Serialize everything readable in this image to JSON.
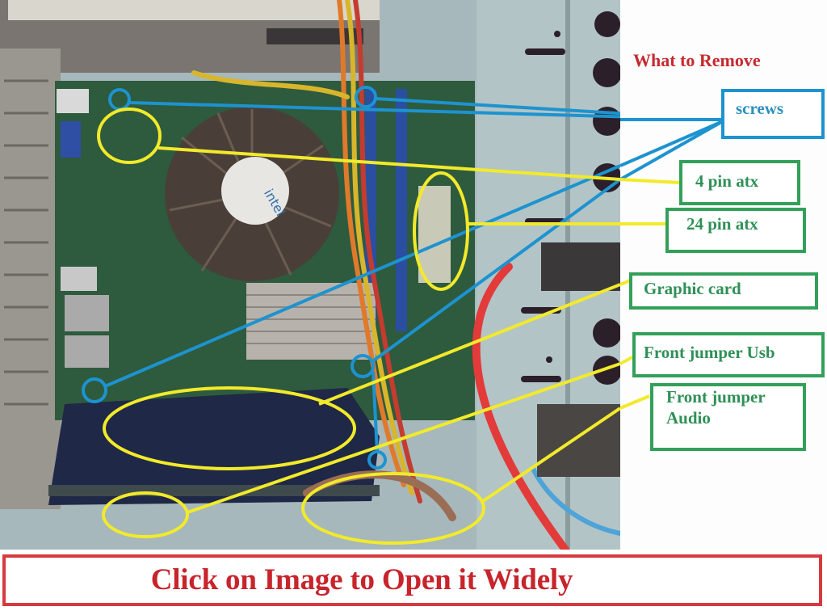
{
  "heading": "What to Remove",
  "labels": {
    "screws": "screws",
    "pin4_atx": "4 pin atx",
    "pin24_atx": "24 pin atx",
    "graphic_card": "Graphic card",
    "front_usb": "Front jumper Usb",
    "front_audio_line1": "Front jumper",
    "front_audio_line2": "Audio"
  },
  "banner": {
    "text": "Click on Image to Open it Widely"
  },
  "photo": {
    "subject": "Desktop PC motherboard interior with Intel CPU cooler",
    "cooler_brand": "intel"
  },
  "colors": {
    "heading_red": "#c62a2f",
    "screw_blue": "#1d93cf",
    "label_green": "#33a05a",
    "callout_yellow": "#f2ea2a",
    "banner_red": "#d63a3f"
  }
}
